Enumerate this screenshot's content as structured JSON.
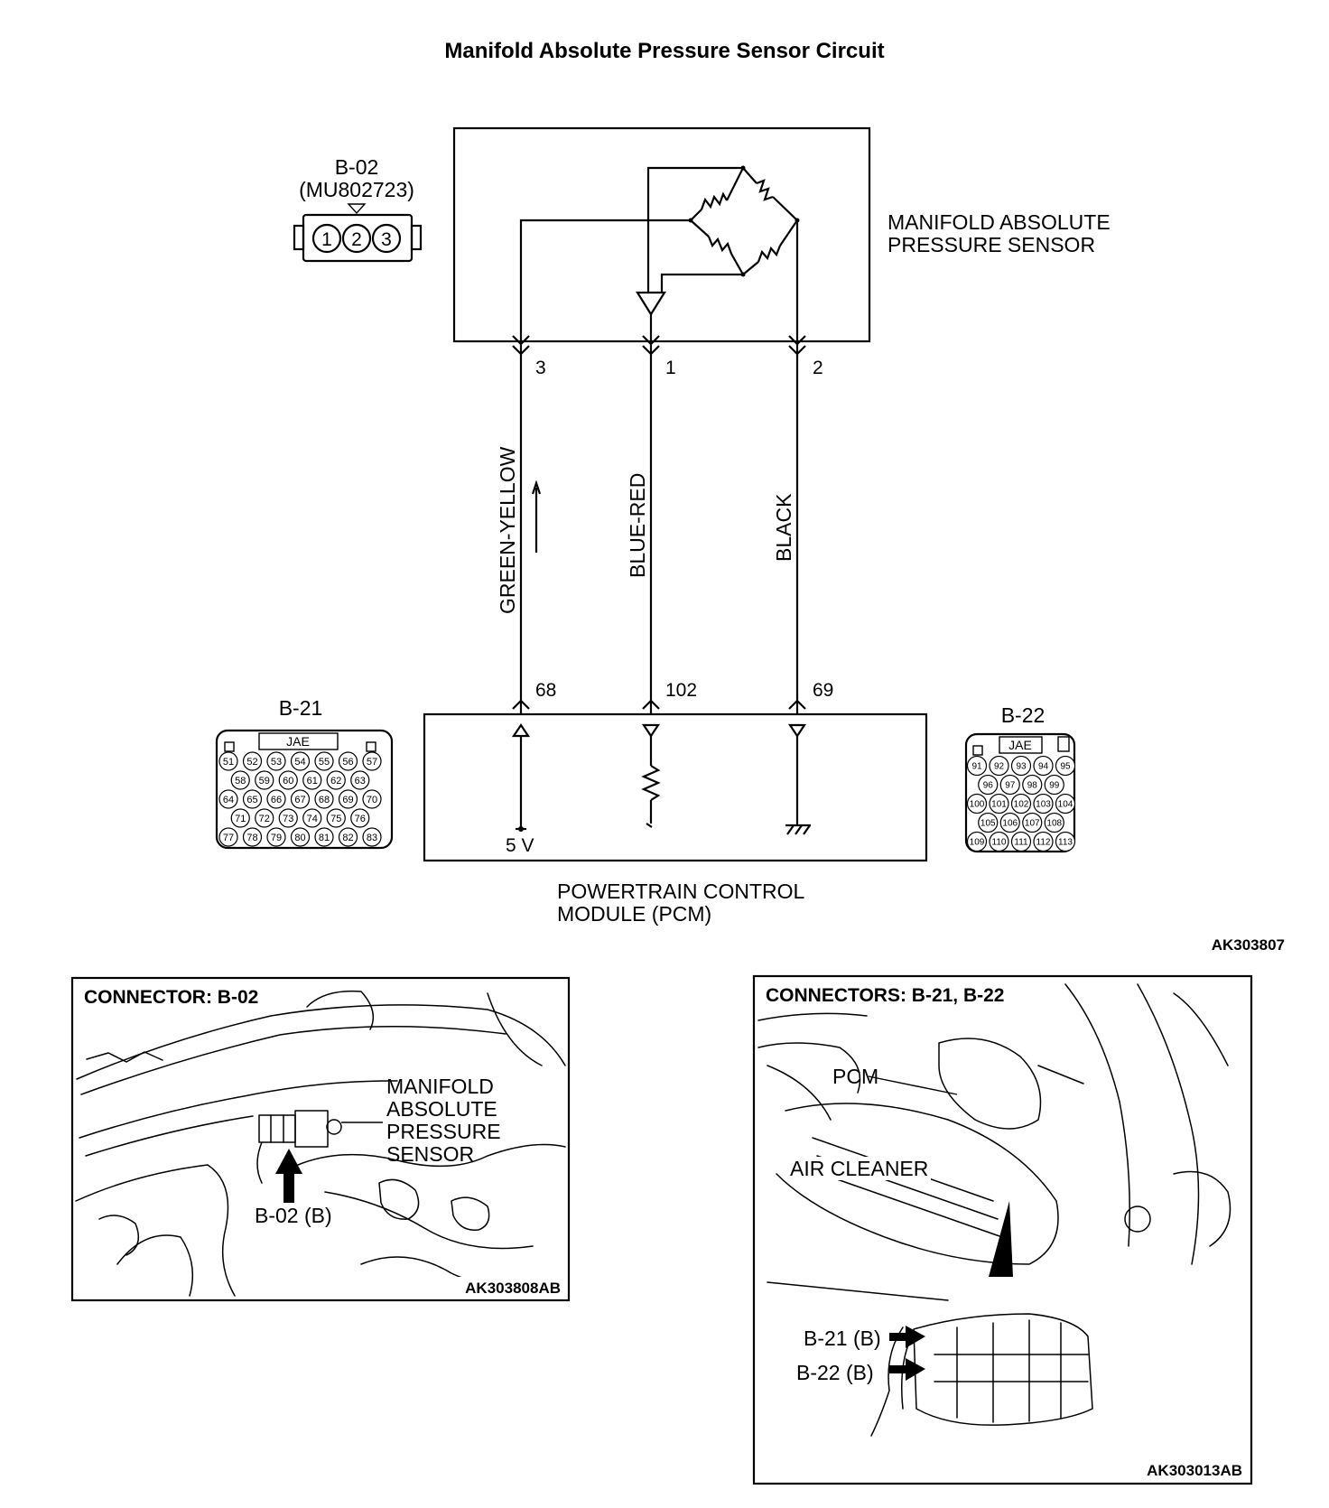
{
  "title": "Manifold Absolute Pressure Sensor Circuit",
  "sensor": {
    "name_line1": "MANIFOLD ABSOLUTE",
    "name_line2": "PRESSURE SENSOR",
    "connector": {
      "id": "B-02",
      "part": "(MU802723)",
      "pins": [
        "1",
        "2",
        "3"
      ]
    }
  },
  "wires": [
    {
      "sensor_pin": "3",
      "color": "GREEN-YELLOW",
      "pcm_pin": "68"
    },
    {
      "sensor_pin": "1",
      "color": "BLUE-RED",
      "pcm_pin": "102"
    },
    {
      "sensor_pin": "2",
      "color": "BLACK",
      "pcm_pin": "69"
    }
  ],
  "pcm": {
    "name_line1": "POWERTRAIN CONTROL",
    "name_line2": "MODULE (PCM)",
    "supply": "5 V"
  },
  "connector_b21": {
    "id": "B-21",
    "maker": "JAE",
    "rows": [
      [
        "51",
        "52",
        "53",
        "54",
        "55",
        "56",
        "57"
      ],
      [
        "58",
        "59",
        "60",
        "61",
        "62",
        "63"
      ],
      [
        "64",
        "65",
        "66",
        "67",
        "68",
        "69",
        "70"
      ],
      [
        "71",
        "72",
        "73",
        "74",
        "75",
        "76"
      ],
      [
        "77",
        "78",
        "79",
        "80",
        "81",
        "82",
        "83"
      ]
    ]
  },
  "connector_b22": {
    "id": "B-22",
    "maker": "JAE",
    "rows": [
      [
        "91",
        "92",
        "93",
        "94",
        "95"
      ],
      [
        "96",
        "97",
        "98",
        "99"
      ],
      [
        "100",
        "101",
        "102",
        "103",
        "104"
      ],
      [
        "105",
        "106",
        "107",
        "108"
      ],
      [
        "109",
        "110",
        "111",
        "112",
        "113"
      ]
    ]
  },
  "diagram_code": "AK303807",
  "location_b02": {
    "header": "CONNECTOR: B-02",
    "callout": [
      "MANIFOLD",
      "ABSOLUTE",
      "PRESSURE",
      "SENSOR"
    ],
    "arrow_label": "B-02 (B)",
    "code": "AK303808AB"
  },
  "location_b21_b22": {
    "header": "CONNECTORS: B-21, B-22",
    "pcm_label": "PCM",
    "air_cleaner_label": "AIR CLEANER",
    "arrow_labels": [
      "B-21 (B)",
      "B-22 (B)"
    ],
    "code": "AK303013AB"
  }
}
